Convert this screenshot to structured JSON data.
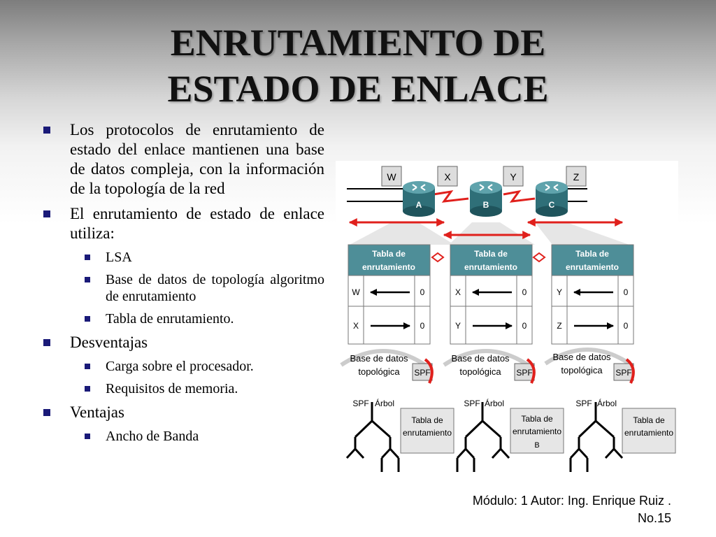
{
  "title": {
    "line1": "ENRUTAMIENTO DE",
    "line2": "ESTADO DE ENLACE"
  },
  "bullets": [
    {
      "text": "Los protocolos de enrutamiento de estado del enlace mantienen una base de datos compleja, con la información de la topología de la red",
      "subitems": []
    },
    {
      "text": "El  enrutamiento de estado de enlace utiliza:",
      "subitems": [
        "LSA",
        "Base de datos de topología algoritmo de enrutamiento",
        "Tabla de enrutamiento."
      ]
    },
    {
      "text": "Desventajas",
      "subitems": [
        "Carga sobre el procesador.",
        "Requisitos de memoria."
      ]
    },
    {
      "text": "Ventajas",
      "subitems": [
        "Ancho de Banda"
      ]
    }
  ],
  "diagram": {
    "networks": [
      "W",
      "X",
      "Y",
      "Z"
    ],
    "routers": [
      "A",
      "B",
      "C"
    ],
    "tables": [
      {
        "header": [
          "Tabla de",
          "enrutamiento"
        ],
        "rows": [
          {
            "dest": "W",
            "cost": "0"
          },
          {
            "dest": "X",
            "cost": "0"
          }
        ]
      },
      {
        "header": [
          "Tabla de",
          "enrutamiento"
        ],
        "rows": [
          {
            "dest": "X",
            "cost": "0"
          },
          {
            "dest": "Y",
            "cost": "0"
          }
        ]
      },
      {
        "header": [
          "Tabla de",
          "enrutamiento"
        ],
        "rows": [
          {
            "dest": "Y",
            "cost": "0"
          },
          {
            "dest": "Z",
            "cost": "0"
          }
        ]
      }
    ],
    "topology_db": [
      "Base de datos",
      "topológica"
    ],
    "spf": "SPF",
    "tree": [
      "SPF",
      "Árbol"
    ],
    "lower_tables": [
      {
        "lines": [
          "Tabla de",
          "enrutamiento"
        ],
        "extra": ""
      },
      {
        "lines": [
          "Tabla de",
          "enrutamiento"
        ],
        "extra": "B"
      },
      {
        "lines": [
          "Tabla de",
          "enrutamiento"
        ],
        "extra": ""
      }
    ],
    "colors": {
      "red": "#e0201c",
      "table_header": "#4e8e98",
      "router": "#2f6f78"
    }
  },
  "footer": {
    "line1": "Módulo: 1 Autor: Ing. Enrique Ruiz .",
    "line2": "No.15"
  }
}
